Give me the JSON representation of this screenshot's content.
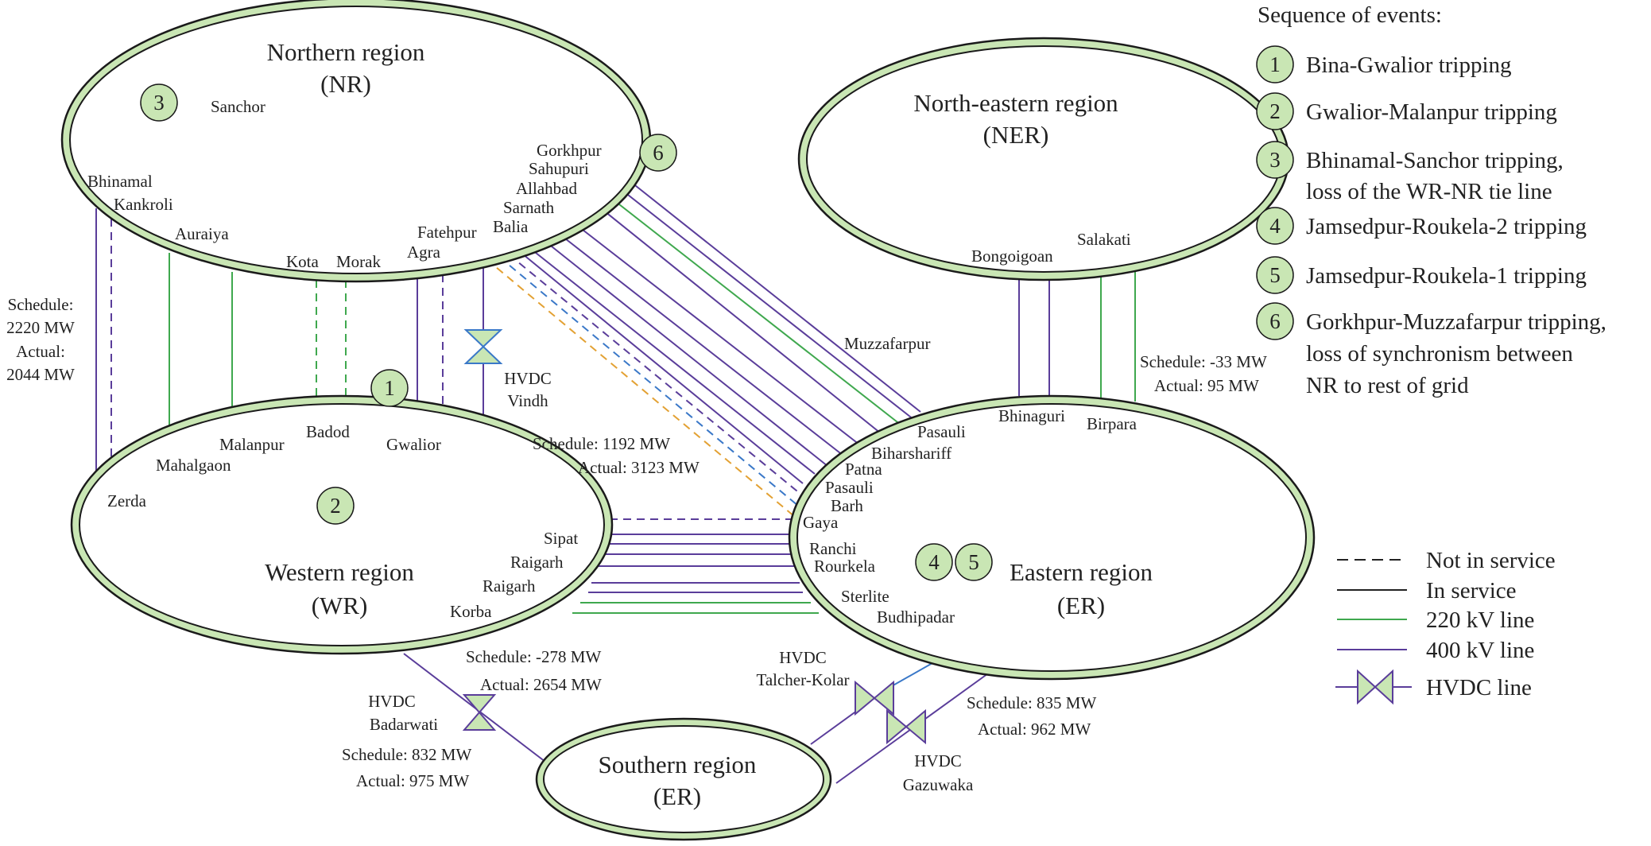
{
  "regions": {
    "nr": {
      "name": "Northern region",
      "abbr": "(NR)"
    },
    "ner": {
      "name": "North-eastern region",
      "abbr": "(NER)"
    },
    "wr": {
      "name": "Western region",
      "abbr": "(WR)"
    },
    "er": {
      "name": "Eastern region",
      "abbr": "(ER)"
    },
    "sr": {
      "name": "Southern region",
      "abbr": "(ER)"
    }
  },
  "substations": {
    "sanchor": "Sanchor",
    "bhinamal": "Bhinamal",
    "kankroli": "Kankroli",
    "auraiya": "Auraiya",
    "kota": "Kota",
    "morak": "Morak",
    "agra": "Agra",
    "fatehpur": "Fatehpur",
    "gorkhpur": "Gorkhpur",
    "sahupuri": "Sahupuri",
    "allahbad": "Allahbad",
    "sarnath": "Sarnath",
    "balia": "Balia",
    "bongoigoan": "Bongoigoan",
    "salakati": "Salakati",
    "bhinaguri": "Bhinaguri",
    "birpara": "Birpara",
    "malanpur": "Malanpur",
    "badod": "Badod",
    "gwalior": "Gwalior",
    "mahalgaon": "Mahalgaon",
    "zerda": "Zerda",
    "sipat": "Sipat",
    "raigarh1": "Raigarh",
    "raigarh2": "Raigarh",
    "korba": "Korba",
    "muzzafarpur": "Muzzafarpur",
    "pasauli1": "Pasauli",
    "biharshariff": "Biharshariff",
    "patna": "Patna",
    "pasauli2": "Pasauli",
    "barh": "Barh",
    "gaya": "Gaya",
    "ranchi": "Ranchi",
    "rourkela": "Rourkela",
    "sterlite": "Sterlite",
    "budhipadar": "Budhipadar"
  },
  "hvdc": {
    "vindh": {
      "line1": "HVDC",
      "line2": "Vindh"
    },
    "badarwati": {
      "line1": "HVDC",
      "line2": "Badarwati"
    },
    "talcher": {
      "line1": "HVDC",
      "line2": "Talcher-Kolar"
    },
    "gazuwaka": {
      "line1": "HVDC",
      "line2": "Gazuwaka"
    }
  },
  "flows": {
    "nr_wr": {
      "l1": "Schedule:",
      "l2": "2220 MW",
      "l3": "Actual:",
      "l4": "2044 MW"
    },
    "nr_er": {
      "schedule": "Schedule: 1192 MW",
      "actual": "Actual: 3123 MW"
    },
    "ner_er": {
      "schedule": "Schedule: -33 MW",
      "actual": "Actual: 95 MW"
    },
    "wr_er": {
      "schedule": "Schedule: -278 MW",
      "actual": "Actual: 2654 MW"
    },
    "wr_sr": {
      "schedule": "Schedule: 832 MW",
      "actual": "Actual: 975 MW"
    },
    "er_sr": {
      "schedule": "Schedule: 835 MW",
      "actual": "Actual: 962 MW"
    }
  },
  "markers": {
    "m1": "1",
    "m2": "2",
    "m3": "3",
    "m4": "4",
    "m5": "5",
    "m6": "6"
  },
  "legend": {
    "title": "Sequence of events:",
    "events": [
      {
        "num": "1",
        "lines": [
          "Bina-Gwalior tripping"
        ]
      },
      {
        "num": "2",
        "lines": [
          "Gwalior-Malanpur tripping"
        ]
      },
      {
        "num": "3",
        "lines": [
          "Bhinamal-Sanchor tripping,",
          "loss of the WR-NR tie line"
        ]
      },
      {
        "num": "4",
        "lines": [
          "Jamsedpur-Roukela-2 tripping"
        ]
      },
      {
        "num": "5",
        "lines": [
          "Jamsedpur-Roukela-1 tripping"
        ]
      },
      {
        "num": "6",
        "lines": [
          "Gorkhpur-Muzzafarpur tripping,",
          "loss of synchronism between",
          "NR to rest of grid"
        ]
      }
    ],
    "keys": {
      "not_in_service": "Not in service",
      "in_service": "In service",
      "kv220": "220 kV line",
      "kv400": "400 kV line",
      "hvdc": "HVDC line"
    }
  },
  "colors": {
    "kv400": "#5a3d9a",
    "kv220": "#3fa84e",
    "hvdc_link": "#3a78c8",
    "dashed_orange": "#e3a133",
    "marker_fill": "#c9e6b4",
    "region_outline": "#1a1a1a",
    "region_fill": "#ffffff",
    "region_band": "#c9e6b4"
  }
}
